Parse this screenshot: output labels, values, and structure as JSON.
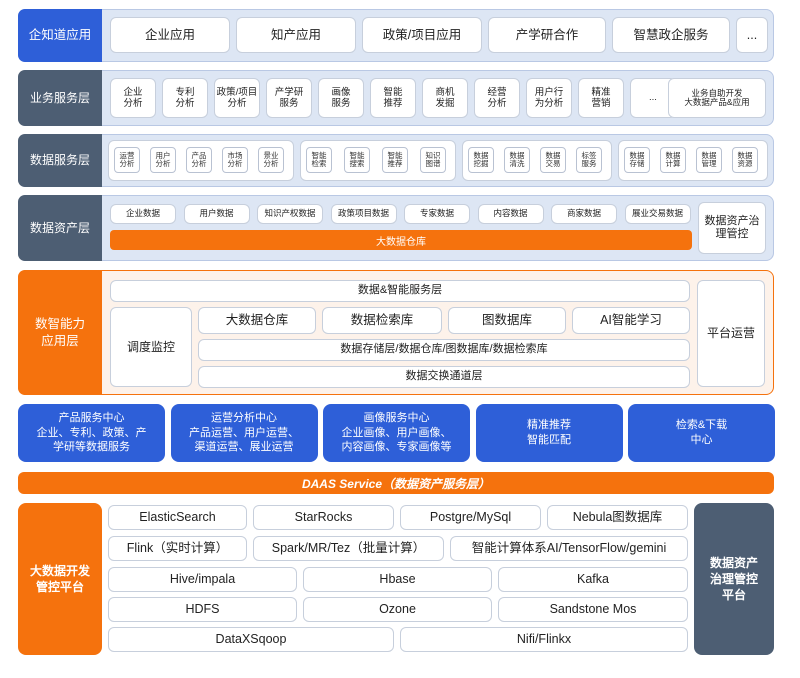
{
  "layer1": {
    "label": "企知道应用",
    "items": [
      "企业应用",
      "知产应用",
      "政策/项目应用",
      "产学研合作",
      "智慧政企服务",
      "..."
    ]
  },
  "layer2": {
    "label": "业务服务层",
    "items": [
      "企业\n分析",
      "专利\n分析",
      "政策/项目\n分析",
      "产学研\n服务",
      "画像\n服务",
      "智能\n推荐",
      "商机\n发掘",
      "经营\n分析",
      "用户行\n为分析",
      "精准\n营销",
      "...",
      "业务自助开发\n大数据产品&应用"
    ]
  },
  "layer3": {
    "label": "数据服务层",
    "group1": [
      "运营\n分析",
      "用户\n分析",
      "产品\n分析",
      "市场\n分析",
      "景业\n分析"
    ],
    "group2": [
      "智能\n检索",
      "智能\n搜索",
      "智能\n推荐",
      "知识\n图谱"
    ],
    "group3": [
      "数据\n挖掘",
      "数据\n清洗",
      "数据\n交易",
      "标签\n服务"
    ],
    "group4": [
      "数据\n存储",
      "数据\n计算",
      "数据\n管理",
      "数据\n资源"
    ]
  },
  "layer4": {
    "label": "数据资产层",
    "items": [
      "企业数据",
      "用户数据",
      "知识产权数据",
      "政策项目数据",
      "专家数据",
      "内容数据",
      "商家数据",
      "展业交易数据"
    ],
    "bar": "大数据仓库",
    "governance": "数据资产治\n理管控"
  },
  "layer5": {
    "label": "数智能力\n应用层",
    "top": "数据&智能服务层",
    "left": "调度监控",
    "right": "平台运营",
    "row2": [
      "大数据仓库",
      "数据检索库",
      "图数据库",
      "AI智能学习"
    ],
    "row3": "数据存储层/数据仓库/图数据库/数据检索库",
    "row4": "数据交换通道层"
  },
  "services": [
    {
      "title": "产品服务中心",
      "body": "企业、专利、政策、产\n学研等数据服务"
    },
    {
      "title": "运营分析中心",
      "body": "产品运营、用户运营、\n渠道运营、展业运营"
    },
    {
      "title": "画像服务中心",
      "body": "企业画像、用户画像、\n内容画像、专家画像等"
    },
    {
      "title": "精准推荐",
      "body": "智能匹配"
    },
    {
      "title": "检索&下载",
      "body": "中心"
    }
  ],
  "daas": "DAAS Service（数据资产服务层）",
  "platform": {
    "left_label": "大数据开发\n管控平台",
    "right_label": "数据资产\n治理管控\n平台",
    "row1": [
      "ElasticSearch",
      "StarRocks",
      "Postgre/MySql",
      "Nebula图数据库"
    ],
    "row2": [
      "Flink（实时计算）",
      "Spark/MR/Tez（批量计算）",
      "智能计算体系AI/TensorFlow/gemini"
    ],
    "row3": [
      "Hive/impala",
      "Hbase",
      "Kafka"
    ],
    "row4": [
      "HDFS",
      "Ozone",
      "Sandstone Mos"
    ],
    "row5": [
      "DataXSqoop",
      "Nifi/Flinkx"
    ]
  },
  "colors": {
    "blue": "#2e5fd8",
    "gray": "#4d5e73",
    "orange": "#f5720d",
    "layer_bg": "#dde6f4"
  }
}
